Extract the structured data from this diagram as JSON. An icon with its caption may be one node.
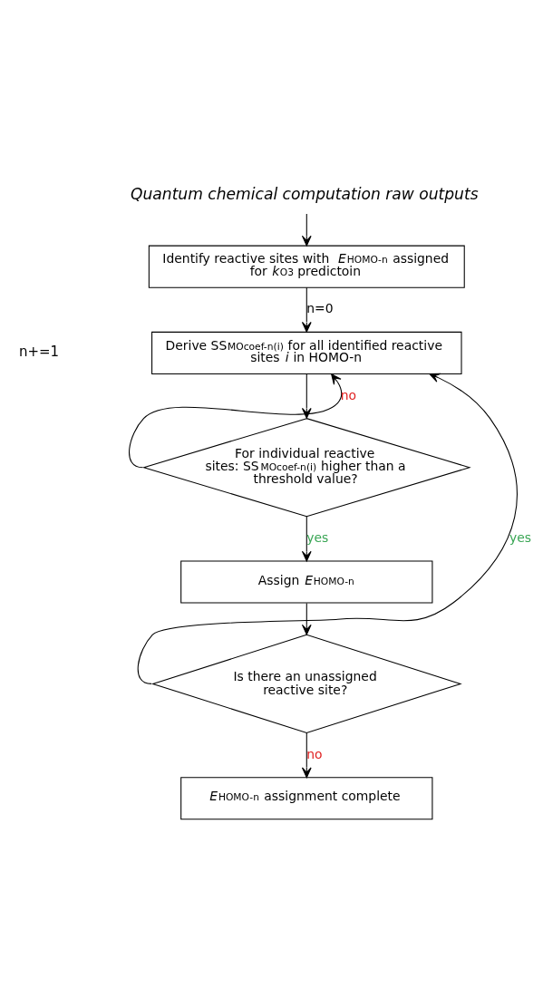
{
  "diagram": {
    "nodes": [
      {
        "text": [
          "Quantum chemical computation raw outputs"
        ]
      },
      {
        "text": [
          "Identify reactive sites with *E*$_{HOMO-n}$ assigned for *k*$_{O3}$ predictoin"
        ]
      },
      {
        "text": [
          "Derive SS$_{MOcoef-n(i)}$ for all identified reactive sites *i* in HOMO-n"
        ]
      },
      {
        "text": [
          "For individual reactive sites: SS$_{MOcoef-n(i)}$ higher than a threshold value?"
        ]
      },
      {
        "text": [
          "Assign *E*$_{HOMO-n}$"
        ]
      },
      {
        "text": [
          "Is there an unassigned reactive site?"
        ]
      },
      {
        "text": [
          "*E*$_{HOMO-n}$ assignment complete"
        ]
      }
    ],
    "edges": [
      {
        "from": 0,
        "to": 1,
        "arrow": "to"
      },
      {
        "from": 1,
        "to": 2,
        "arrow": "to",
        "label": "n=0"
      },
      {
        "from": 2,
        "to": 3,
        "arrow": "to"
      },
      {
        "from": 3,
        "to": 4,
        "arrow": "to",
        "label": "yes"
      },
      {
        "from": 4,
        "to": 5,
        "arrow": "to"
      },
      {
        "from": 5,
        "to": 6,
        "arrow": "to",
        "label": "no"
      },
      {
        "from": 3,
        "to": 2,
        "arrow": "to",
        "label": "no"
      },
      {
        "from": 5,
        "to": 2,
        "arrow": "to",
        "label": "yes"
      }
    ],
    "labels": [
      "n+=1"
    ]
  }
}
